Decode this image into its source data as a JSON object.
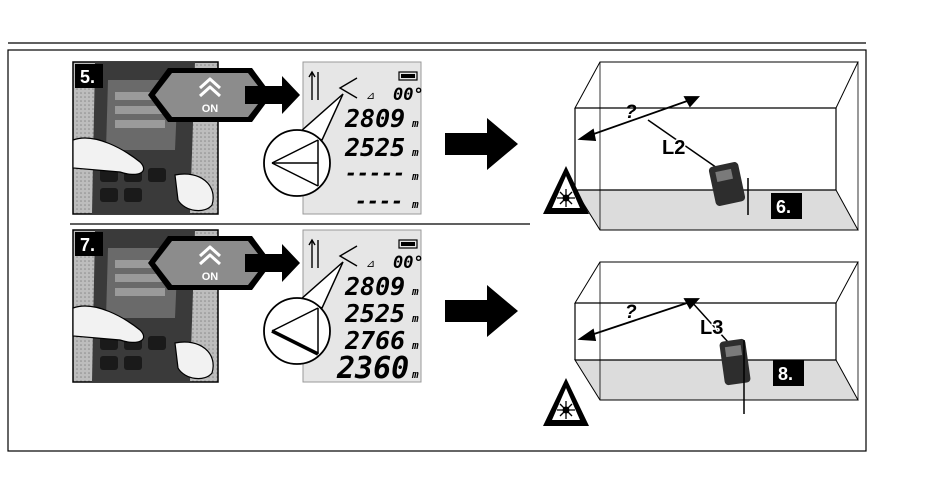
{
  "steps": [
    {
      "badge": "5.",
      "button_label": "ON",
      "display": {
        "angle": "00°",
        "readings": [
          {
            "value": "2809",
            "unit": "m"
          },
          {
            "value": "2525",
            "unit": "m"
          },
          {
            "value": "-----",
            "unit": "m"
          },
          {
            "value": "----",
            "unit": "m"
          }
        ]
      },
      "room": {
        "badge": "6.",
        "length_label": "L2",
        "unknown": "?"
      }
    },
    {
      "badge": "7.",
      "button_label": "ON",
      "display": {
        "angle": "00°",
        "readings": [
          {
            "value": "2809",
            "unit": "m"
          },
          {
            "value": "2525",
            "unit": "m"
          },
          {
            "value": "2766",
            "unit": "m"
          },
          {
            "value": "2360",
            "unit": "m"
          }
        ]
      },
      "room": {
        "badge": "8.",
        "length_label": "L3",
        "unknown": "?"
      }
    }
  ],
  "icons": {
    "button": "double-chevron-up-icon",
    "warning": "laser-warning-icon",
    "arrow": "right-arrow-icon",
    "battery": "battery-icon"
  },
  "colors": {
    "ink": "#000000",
    "button_fill": "#8c8c8c",
    "lcd_fill": "#e6e6e6",
    "floor": "#dcdcdc"
  }
}
